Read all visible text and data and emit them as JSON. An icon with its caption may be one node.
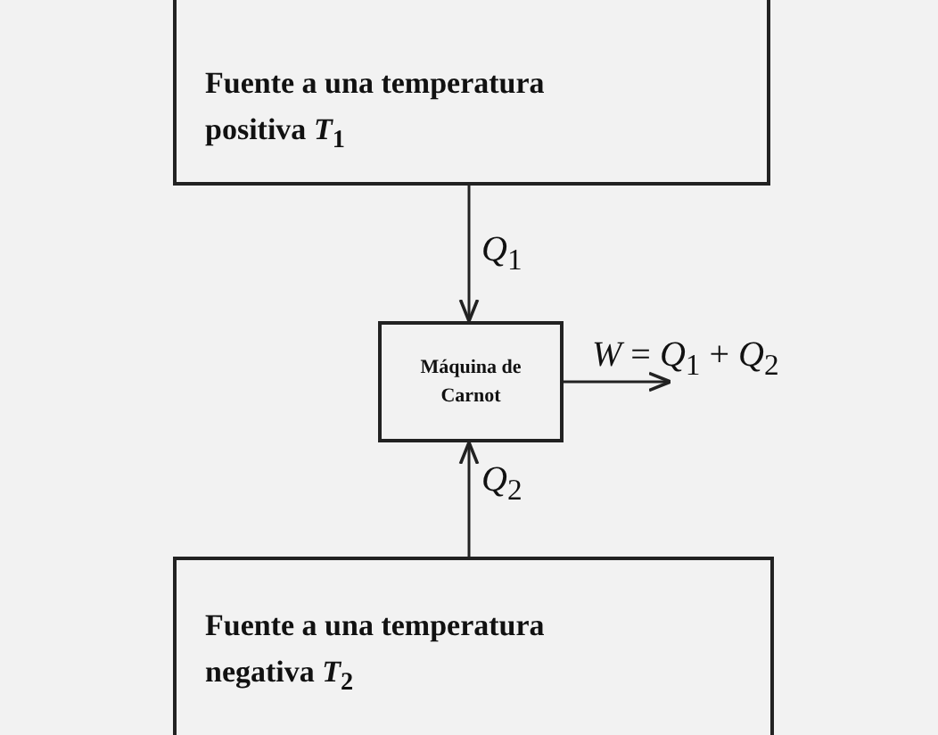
{
  "diagram": {
    "nodes": [
      {
        "text": [
          "Fuente a una temperatura positiva *T*$_{1}$"
        ]
      },
      {
        "text": [
          "Máquina de Carnot"
        ]
      },
      {
        "text": [
          "Fuente a una temperatura negativa *T*$_{2}$"
        ]
      }
    ],
    "edges": [
      {
        "from": 0,
        "to": 1,
        "arrow": "to",
        "label": "*Q*$_{1}$"
      },
      {
        "from": 2,
        "to": 1,
        "arrow": "to",
        "label": "*Q*$_{2}$"
      },
      {
        "from": 1,
        "to": null,
        "arrow": "to",
        "label": "*W* = *Q*$_{1}$ + *Q*$_{2}$"
      }
    ]
  }
}
